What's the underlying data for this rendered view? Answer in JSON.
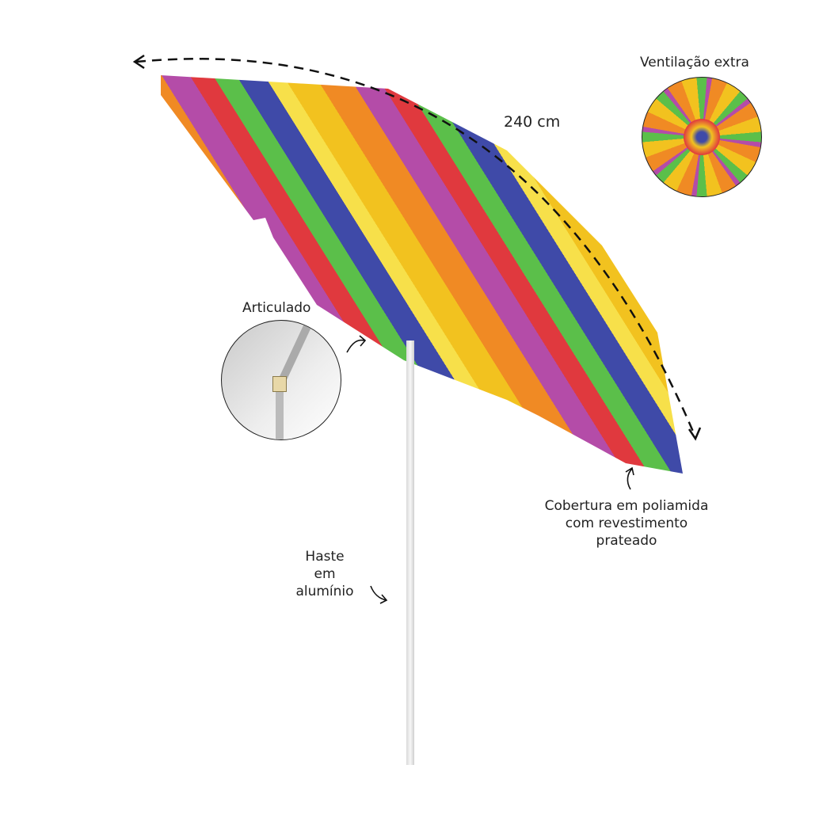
{
  "annotations": {
    "width": "240 cm",
    "vent": "Ventilação extra",
    "joint": "Articulado",
    "cover_line1": "Cobertura em poliamida",
    "cover_line2": "com revestimento",
    "cover_line3": "prateado",
    "pole_line1": "Haste em",
    "pole_line2": "alumínio"
  },
  "colors": {
    "yellow": "#f2c21f",
    "orange": "#f08a24",
    "purple": "#b44ca8",
    "red": "#e0393e",
    "green": "#5bbf4a",
    "blue": "#3f4aa8"
  }
}
